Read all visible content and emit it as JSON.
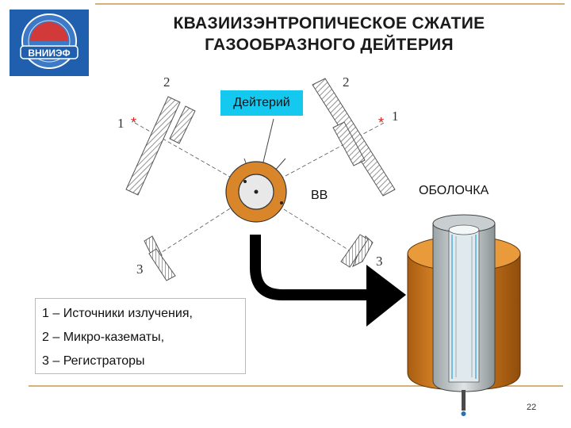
{
  "title": {
    "line1": "КВАЗИИЗЭНТРОПИЧЕСКОЕ СЖАТИЕ",
    "line2": "ГАЗООБРАЗНОГО ДЕЙТЕРИЯ"
  },
  "logo": {
    "text": "ВНИИЭФ"
  },
  "diagram": {
    "deuterium_label": "Дейтерий",
    "explosive_label": "ВВ",
    "shell_label": "ОБОЛОЧКА",
    "num_labels": {
      "source_left": "1",
      "source_right": "1",
      "casemate_left": "2",
      "casemate_right": "2",
      "detector_left": "3",
      "detector_right": "3"
    }
  },
  "legend": {
    "items": [
      "1 – Источники излучения,",
      "2 – Микро-казематы,",
      "3 – Регистраторы"
    ]
  },
  "page_number": "22",
  "colors": {
    "orange": "#d9862a",
    "cyan": "#14c8f0",
    "logo_blue": "#1f5fae",
    "rule": "#d4b27a"
  }
}
